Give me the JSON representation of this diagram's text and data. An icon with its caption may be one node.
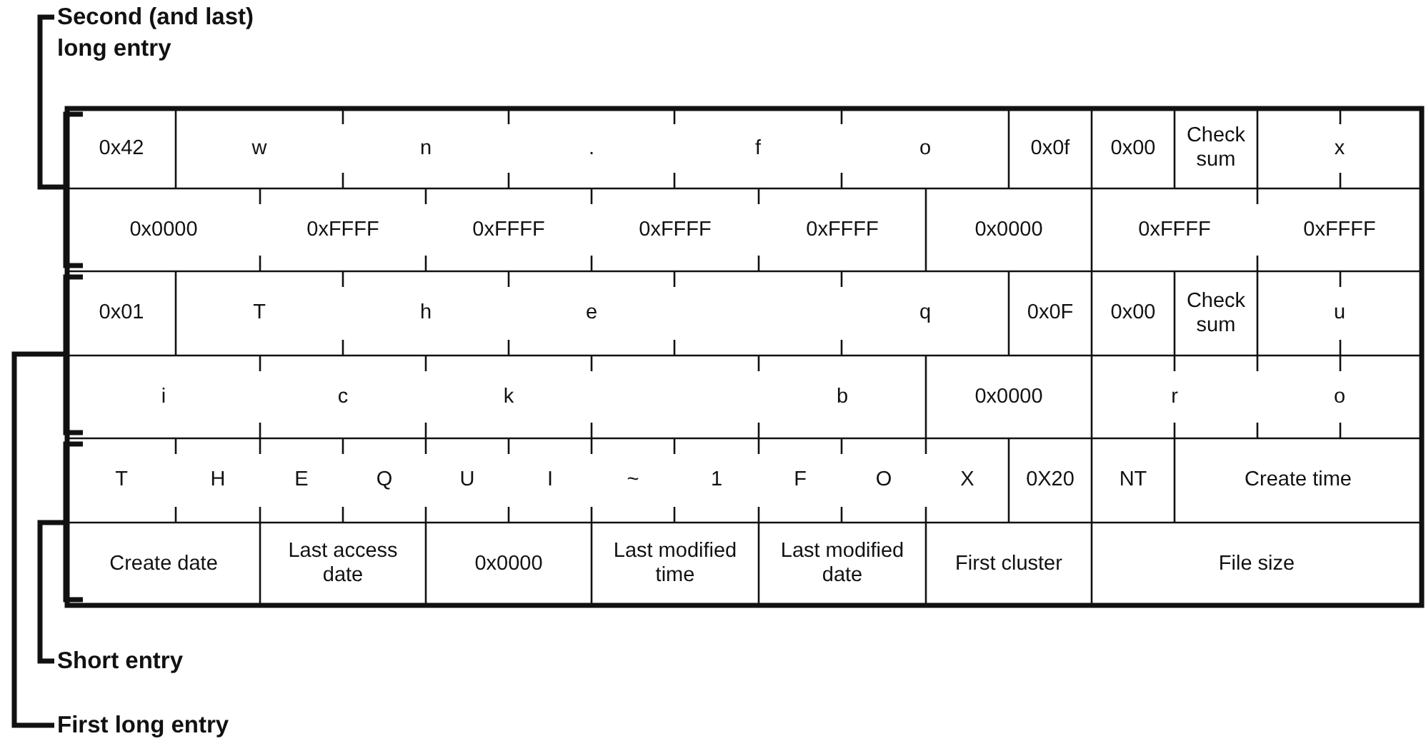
{
  "diagram": {
    "labels": [
      "Second (and last) long entry",
      "0x42",
      "w",
      "n",
      ".",
      "f",
      "o",
      "0x0f",
      "0x00",
      "Check sum",
      "x",
      "0x0000",
      "0xFFFF",
      "0xFFFF",
      "0xFFFF",
      "0xFFFF",
      "0x0000",
      "0xFFFF",
      "0xFFFF",
      "0x01",
      "T",
      "h",
      "e",
      "q",
      "0x0F",
      "0x00",
      "Check sum",
      "u",
      "i",
      "c",
      "k",
      "b",
      "0x0000",
      "r",
      "o",
      "T",
      "H",
      "E",
      "Q",
      "U",
      "I",
      "~",
      "1",
      "F",
      "O",
      "X",
      "0X20",
      "NT",
      "Create time",
      "Create date",
      "Last access date",
      "0x0000",
      "Last modified time",
      "Last modified date",
      "First cluster",
      "File size",
      "Short entry",
      "First long entry"
    ]
  }
}
